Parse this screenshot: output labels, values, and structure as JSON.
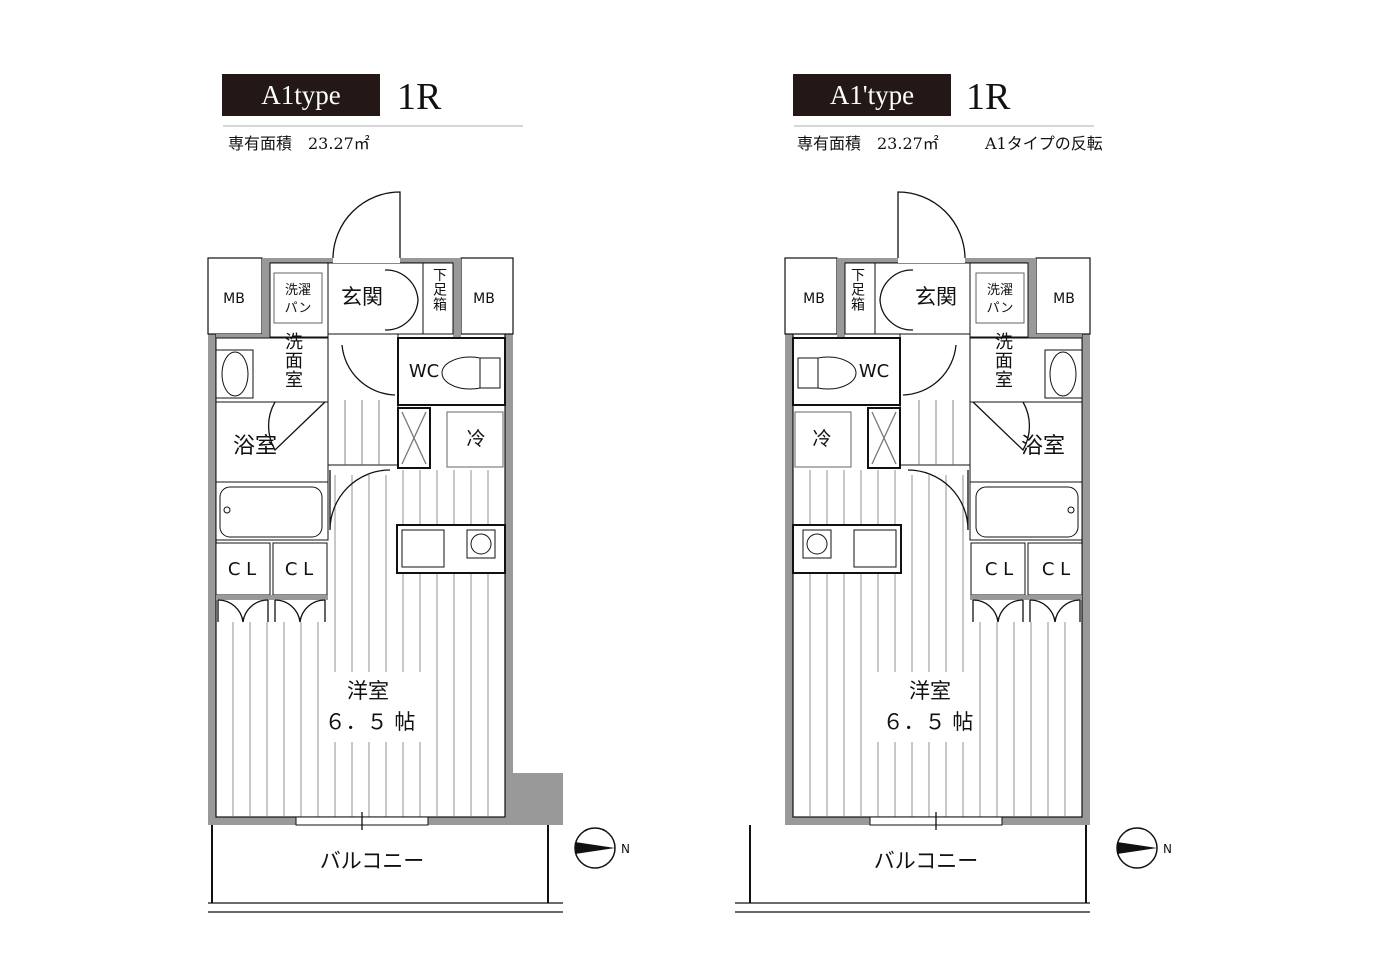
{
  "plans": [
    {
      "type_label": "A1type",
      "layout": "1R",
      "area_text": "専有面積　23.27㎡",
      "note": "",
      "labels": {
        "mb_left": "MB",
        "mb_right": "MB",
        "washer_pan_1": "洗濯",
        "washer_pan_2": "パン",
        "entrance": "玄関",
        "shoe_box": "下\n足\n箱",
        "washroom": "洗\n面\n室",
        "wc": "WC",
        "fridge": "冷",
        "bath": "浴室",
        "cl1": "C L",
        "cl2": "C L",
        "room_name": "洋室",
        "room_size": "６．５ 帖",
        "balcony": "バルコニー",
        "north": "N"
      }
    },
    {
      "type_label": "A1'type",
      "layout": "1R",
      "area_text": "専有面積　23.27㎡",
      "note": "A1タイプの反転",
      "labels": {
        "mb_left": "MB",
        "mb_right": "MB",
        "washer_pan_1": "洗濯",
        "washer_pan_2": "パン",
        "entrance": "玄関",
        "shoe_box": "下\n足\n箱",
        "washroom": "洗\n面\n室",
        "wc": "WC",
        "fridge": "冷",
        "bath": "浴室",
        "cl1": "C L",
        "cl2": "C L",
        "room_name": "洋室",
        "room_size": "６．５ 帖",
        "balcony": "バルコニー",
        "north": "N"
      }
    }
  ],
  "colors": {
    "badge": "#231815",
    "wall": "#999999",
    "line": "#111111"
  }
}
